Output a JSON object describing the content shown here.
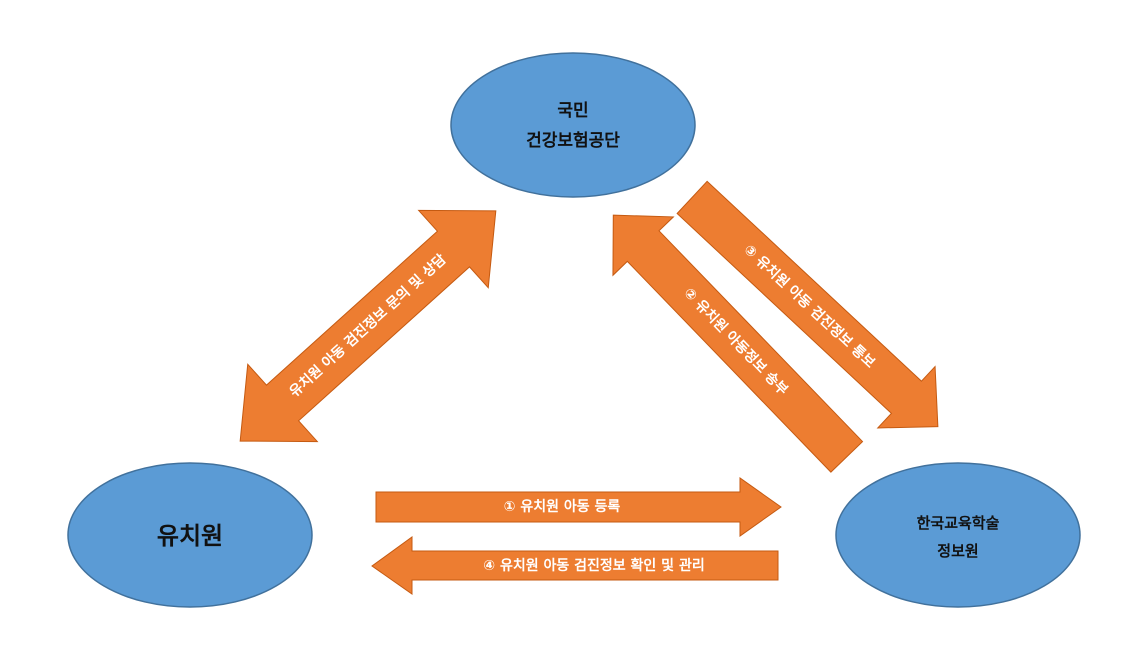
{
  "colors": {
    "node": "#5b9bd5",
    "node_stroke": "#41719c",
    "arrow": "#ed7d31",
    "arrow_stroke": "#c55a11"
  },
  "nodes": {
    "nhis": {
      "line1": "국민",
      "line2": "건강보험공단"
    },
    "kindergarten": {
      "label": "유치원"
    },
    "keris": {
      "line1": "한국교육학술",
      "line2": "정보원"
    }
  },
  "arrows": {
    "inquiry": "유치원 아동 검진정보 문의 및 상담",
    "step1": "① 유치원 아동 등록",
    "step2": "② 유치원 아동정보 송부",
    "step3": "③ 유치원 아동 검진정보 통보",
    "step4": "④ 유치원 아동 검진정보 확인 및 관리"
  }
}
